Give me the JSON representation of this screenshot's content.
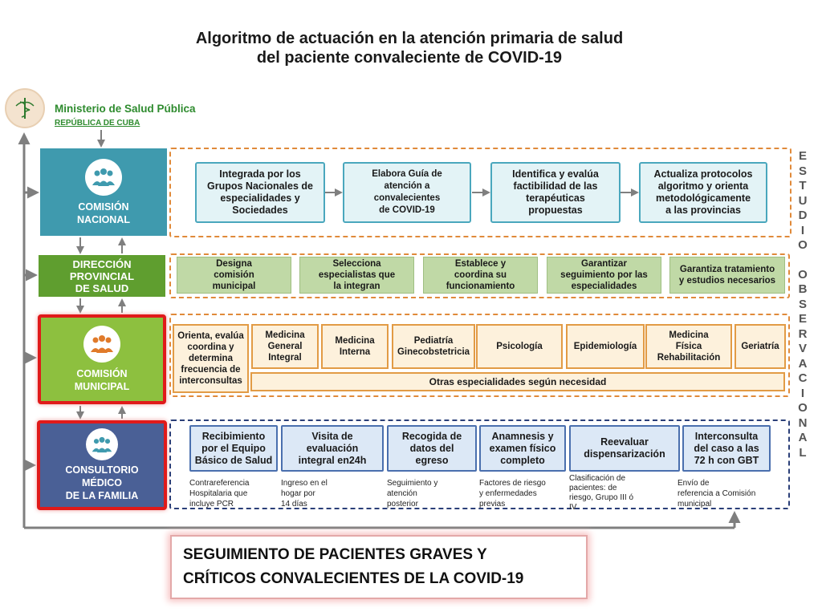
{
  "title": {
    "line1": "Algoritmo de actuación en la atención primaria de salud",
    "line2": "del paciente convaleciente de COVID-19"
  },
  "logo": {
    "title": "Ministerio de Salud Pública",
    "subtitle": "REPÚBLICA DE CUBA",
    "icon": "caduceus-emblem-icon"
  },
  "levels": {
    "nacional": {
      "line1": "COMISIÓN",
      "line2": "NACIONAL",
      "color": "#3f9aae",
      "icon": "people-icon"
    },
    "provincial": {
      "line1": "DIRECCIÓN",
      "line2": "PROVINCIAL",
      "line3": "DE SALUD",
      "color": "#5f9e2f"
    },
    "municipal": {
      "line1": "COMISIÓN",
      "line2": "MUNICIPAL",
      "color": "#8dc03f",
      "icon": "people-icon"
    },
    "consultorio": {
      "line1": "CONSULTORIO",
      "line2": "MÉDICO",
      "line3": "DE LA FAMILIA",
      "color": "#4a6096",
      "icon": "people-icon"
    }
  },
  "nacional_steps": [
    {
      "l1": "Integrada por los",
      "l2": "Grupos Nacionales de",
      "l3": "especialidades y",
      "l4": "Sociedades"
    },
    {
      "l1": "Elabora Guía de",
      "l2": "atención a",
      "l3": "convalecientes",
      "l4": "de COVID-19"
    },
    {
      "l1": "Identifica y evalúa",
      "l2": "factibilidad de las",
      "l3": "terapéuticas",
      "l4": "propuestas"
    },
    {
      "l1": "Actualiza protocolos",
      "l2": "algoritmo y orienta",
      "l3": "metodológicamente",
      "l4": "a las provincias"
    }
  ],
  "provincial_tasks": [
    {
      "l1": "Designa",
      "l2": "comisión",
      "l3": "municipal"
    },
    {
      "l1": "Selecciona",
      "l2": "especialistas que",
      "l3": "la integran"
    },
    {
      "l1": "Establece y",
      "l2": "coordina su",
      "l3": "funcionamiento"
    },
    {
      "l1": "Garantizar",
      "l2": "seguimiento por las",
      "l3": "especialidades"
    },
    {
      "l1": "Garantiza tratamiento",
      "l2": "y estudios necesarios"
    }
  ],
  "municipal": {
    "coord": {
      "l1": "Orienta, evalúa",
      "l2": "coordina y",
      "l3": "determina",
      "l4": "frecuencia de",
      "l5": "interconsultas"
    },
    "specialties": [
      {
        "l1": "Medicina",
        "l2": "General",
        "l3": "Integral"
      },
      {
        "l1": "Medicina",
        "l2": "Interna"
      },
      {
        "l1": "Pediatría",
        "l2": "Ginecobstetricia"
      },
      {
        "l1": "Psicología"
      },
      {
        "l1": "Epidemiología"
      },
      {
        "l1": "Medicina",
        "l2": "Física",
        "l3": "Rehabilitación"
      },
      {
        "l1": "Geriatría"
      }
    ],
    "otras": "Otras especialidades  según necesidad"
  },
  "consultorio_steps": [
    {
      "l1": "Recibimiento",
      "l2": "por el Equipo",
      "l3": "Básico de Salud",
      "n1": "Contrareferencia",
      "n2": "Hospitalaria que",
      "n3": "incluye PCR"
    },
    {
      "l1": "Visita de",
      "l2": "evaluación",
      "l3": "integral en24h",
      "n1": "Ingreso en el",
      "n2": "hogar por",
      "n3": "14 días"
    },
    {
      "l1": "Recogida de",
      "l2": "datos del",
      "l3": "egreso",
      "n1": "Seguimiento y",
      "n2": "atención",
      "n3": "posterior"
    },
    {
      "l1": "Anamnesis y",
      "l2": "examen físico",
      "l3": "completo",
      "n1": "Factores de riesgo",
      "n2": "y enfermedades",
      "n3": "previas"
    },
    {
      "l1": "Reevaluar",
      "l2": "dispensarización",
      "n1": "Clasificación de",
      "n2": "pacientes: de",
      "n3": "riesgo, Grupo III ó",
      "n4": "IV"
    },
    {
      "l1": "Interconsulta",
      "l2": "del caso a las",
      "l3": "72 h con GBT",
      "n1": "Envío de",
      "n2": "referencia a Comisión",
      "n3": "municipal"
    }
  ],
  "side_label": [
    "E",
    "S",
    "T",
    "U",
    "D",
    "I",
    "O",
    "",
    "O",
    "B",
    "S",
    "E",
    "R",
    "V",
    "A",
    "C",
    "I",
    "O",
    "N",
    "A",
    "L"
  ],
  "seguimiento": {
    "line1": "SEGUIMIENTO DE PACIENTES GRAVES Y",
    "line2": "CRÍTICOS CONVALECIENTES DE LA COVID-19"
  },
  "colors": {
    "arrow": "#7f7f7f",
    "highlight_border": "#e01a1a"
  }
}
